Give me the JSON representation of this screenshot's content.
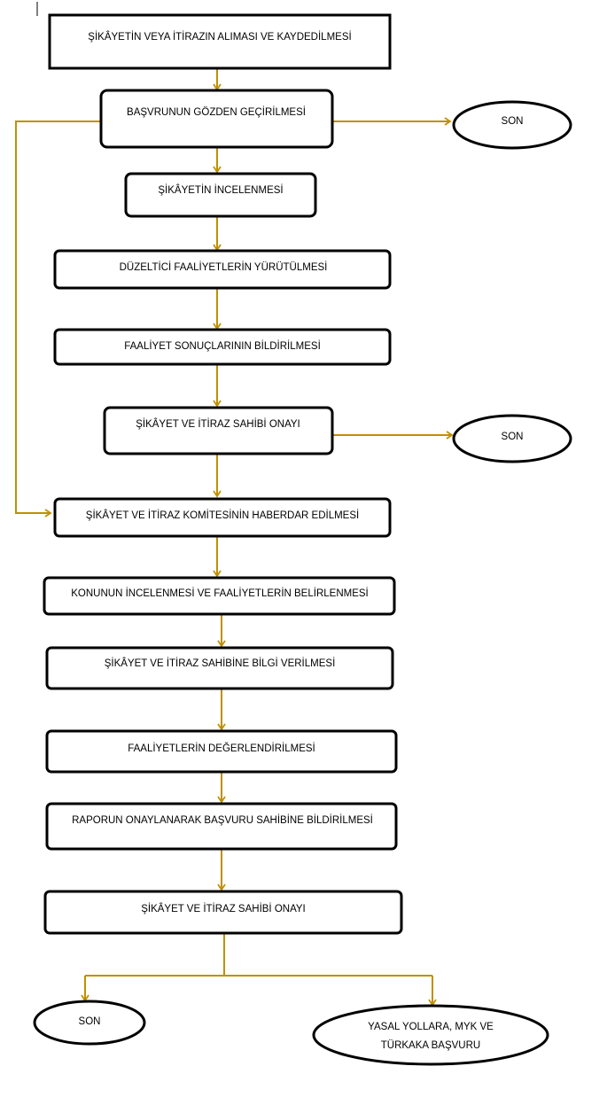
{
  "colors": {
    "connector": "#BF9000",
    "border": "#000000",
    "fill": "#ffffff"
  },
  "nodes": {
    "n1": {
      "label": "ŞİKÂYETİN VEYA İTİRAZIN ALIMASI VE KAYDEDİLMESİ"
    },
    "n2": {
      "label": "BAŞVRUNUN GÖZDEN GEÇİRİLMESİ"
    },
    "son1": {
      "label": "SON"
    },
    "n3": {
      "label": "ŞİKÂYETİN İNCELENMESİ"
    },
    "n4": {
      "label": "DÜZELTİCİ FAALİYETLERİN YÜRÜTÜLMESİ"
    },
    "n5": {
      "label": "FAALİYET SONUÇLARININ BİLDİRİLMESİ"
    },
    "n6": {
      "label": "ŞİKÂYET VE İTİRAZ SAHİBİ ONAYI"
    },
    "son2": {
      "label": "SON"
    },
    "n7": {
      "label": "ŞİKÂYET VE İTİRAZ KOMİTESİNİN HABERDAR EDİLMESİ"
    },
    "n8": {
      "label": "KONUNUN İNCELENMESİ VE FAALİYETLERİN BELİRLENMESİ"
    },
    "n9": {
      "label": "ŞİKÂYET VE İTİRAZ SAHİBİNE BİLGİ VERİLMESİ"
    },
    "n10": {
      "label": "FAALİYETLERİN DEĞERLENDİRİLMESİ"
    },
    "n11": {
      "label": "RAPORUN ONAYLANARAK BAŞVURU SAHİBİNE BİLDİRİLMESİ"
    },
    "n12": {
      "label": "ŞİKÂYET VE İTİRAZ SAHİBİ ONAYI"
    },
    "son3": {
      "label": "SON"
    },
    "legal": {
      "line1": "YASAL YOLLARA, MYK VE",
      "line2": "TÜRKAKA BAŞVURU"
    }
  }
}
